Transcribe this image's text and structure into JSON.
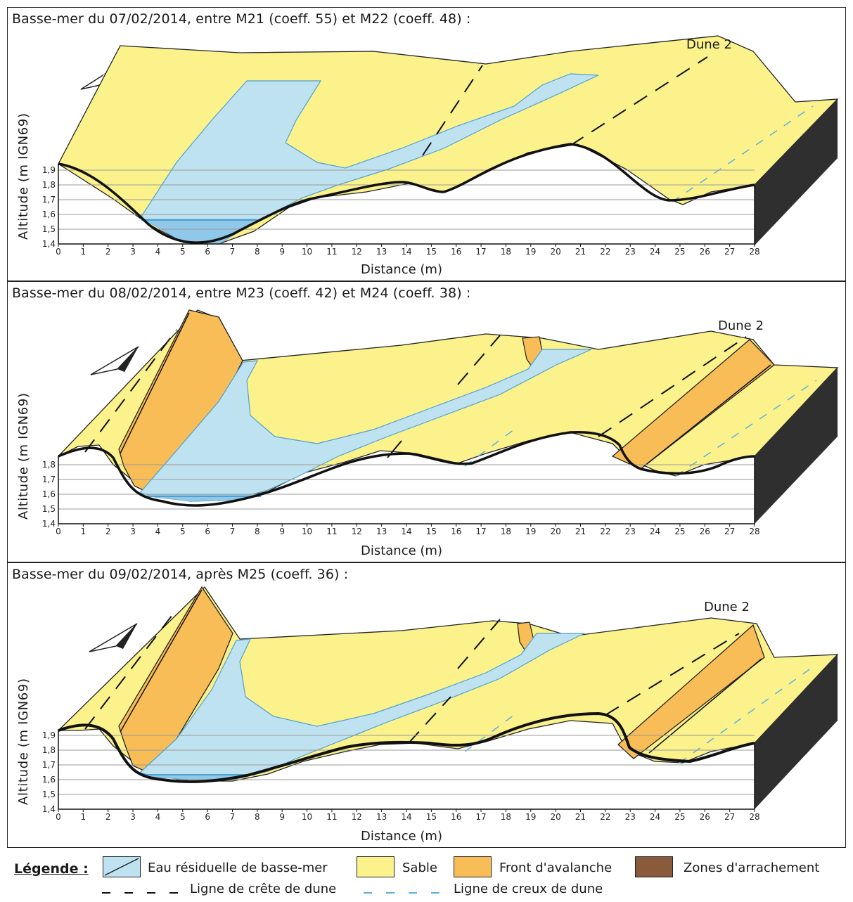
{
  "panels": [
    {
      "title": "Basse-mer du 07/02/2014, entre M21 (coeff. 55) et M22 (coeff. 48) :",
      "dune_label": "Dune 2",
      "xlabel": "Distance (m)",
      "ylabel": "Altitude (m IGN69)",
      "y_ticks": [
        "1,9",
        "1,8",
        "1,7",
        "1,6",
        "1,5",
        "1,4"
      ]
    },
    {
      "title": "Basse-mer du 08/02/2014, entre M23 (coeff. 42) et M24 (coeff. 38) :",
      "dune_label": "Dune 2",
      "xlabel": "Distance (m)",
      "ylabel": "Altitude (m IGN69)",
      "y_ticks": [
        "1,8",
        "1,7",
        "1,6",
        "1,5",
        "1,4"
      ]
    },
    {
      "title": "Basse-mer du 09/02/2014, après M25 (coeff. 36) :",
      "dune_label": "Dune 2",
      "xlabel": "Distance (m)",
      "ylabel": "Altitude (m IGN69)",
      "y_ticks": [
        "1,9",
        "1,8",
        "1,7",
        "1,6",
        "1,5",
        "1,4"
      ]
    }
  ],
  "x_ticks": [
    "0",
    "1",
    "2",
    "3",
    "4",
    "5",
    "6",
    "7",
    "8",
    "9",
    "10",
    "11",
    "12",
    "13",
    "14",
    "15",
    "16",
    "17",
    "18",
    "19",
    "20",
    "21",
    "22",
    "23",
    "24",
    "25",
    "26",
    "27",
    "28"
  ],
  "legend": {
    "title": "Légende :",
    "items": [
      {
        "label": "Eau résiduelle de basse-mer",
        "color": "#bfe2f0"
      },
      {
        "label": "Sable",
        "color": "#fbf28c"
      },
      {
        "label": "Front d'avalanche",
        "color": "#f8bd57"
      },
      {
        "label": "Zones d'arrachement",
        "color": "#8a5a3c"
      }
    ],
    "crest_label": "Ligne de crête de dune",
    "trough_label": "Ligne de creux de dune"
  },
  "colors": {
    "sand": "#fbf28c",
    "water": "#bfe2f0",
    "water_deep": "#8fc8e8",
    "avalanche": "#f8bd57",
    "side": "#2f2f2f",
    "trough_line": "#5fb0dc"
  }
}
